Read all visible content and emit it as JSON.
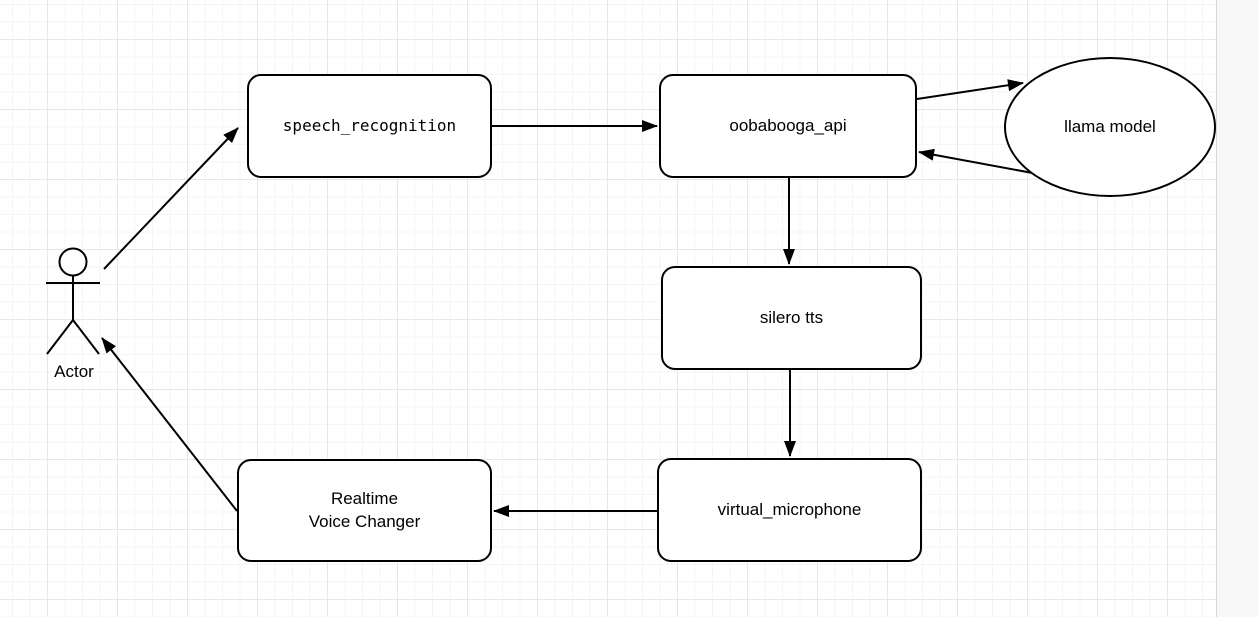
{
  "diagram": {
    "nodes": {
      "actor": {
        "label": "Actor",
        "shape": "actor-stick-figure"
      },
      "speech_recognition": {
        "label": "speech_recognition",
        "shape": "rounded-rectangle",
        "text_style": "monospace"
      },
      "oobabooga_api": {
        "label": "oobabooga_api",
        "shape": "rounded-rectangle"
      },
      "llama_model": {
        "label": "llama model",
        "shape": "ellipse"
      },
      "silero_tts": {
        "label": "silero tts",
        "shape": "rounded-rectangle"
      },
      "virtual_microphone": {
        "label": "virtual_microphone",
        "shape": "rounded-rectangle"
      },
      "realtime_voice_changer": {
        "label": "Realtime Voice Changer",
        "line1": "Realtime",
        "line2": "Voice Changer",
        "shape": "rounded-rectangle"
      }
    },
    "edges": [
      {
        "from": "actor",
        "to": "speech_recognition",
        "arrow": "filled-triangle"
      },
      {
        "from": "speech_recognition",
        "to": "oobabooga_api",
        "arrow": "filled-triangle"
      },
      {
        "from": "oobabooga_api",
        "to": "llama_model",
        "arrow": "filled-triangle"
      },
      {
        "from": "llama_model",
        "to": "oobabooga_api",
        "arrow": "filled-triangle"
      },
      {
        "from": "oobabooga_api",
        "to": "silero_tts",
        "arrow": "filled-triangle"
      },
      {
        "from": "silero_tts",
        "to": "virtual_microphone",
        "arrow": "filled-triangle"
      },
      {
        "from": "virtual_microphone",
        "to": "realtime_voice_changer",
        "arrow": "filled-triangle"
      },
      {
        "from": "realtime_voice_changer",
        "to": "actor",
        "arrow": "filled-triangle"
      }
    ],
    "colors": {
      "stroke": "#000000",
      "node_fill": "#ffffff",
      "canvas_background": "#ffffff",
      "grid_minor": "#f5f5f5",
      "grid_major": "#e7e7e7",
      "outside_background": "#f8f8f8"
    }
  }
}
